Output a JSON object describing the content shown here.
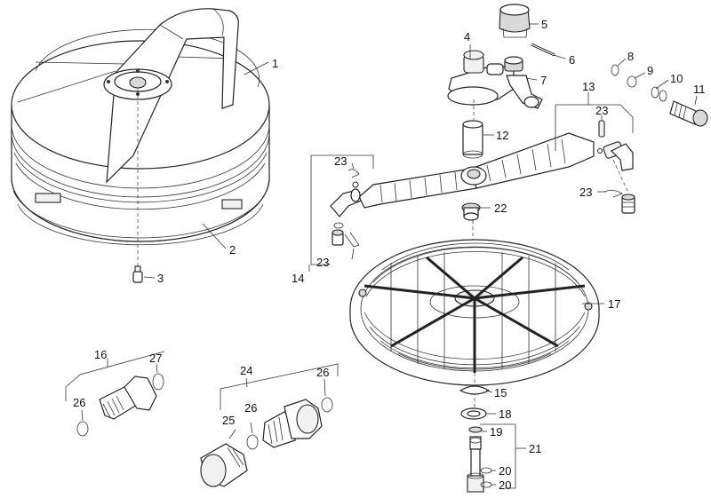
{
  "labels": {
    "l1": "1",
    "l2": "2",
    "l3": "3",
    "l4": "4",
    "l5": "5",
    "l6": "6",
    "l7": "7",
    "l8": "8",
    "l9": "9",
    "l10": "10",
    "l11": "11",
    "l12": "12",
    "l13": "13",
    "l14": "14",
    "l15": "15",
    "l16": "16",
    "l17": "17",
    "l18": "18",
    "l19": "19",
    "l20a": "20",
    "l20b": "20",
    "l21": "21",
    "l22": "22",
    "l23a": "23",
    "l23b": "23",
    "l23c": "23",
    "l23d": "23",
    "l24": "24",
    "l25": "25",
    "l26a": "26",
    "l26b": "26",
    "l26c": "26",
    "l27": "27"
  }
}
